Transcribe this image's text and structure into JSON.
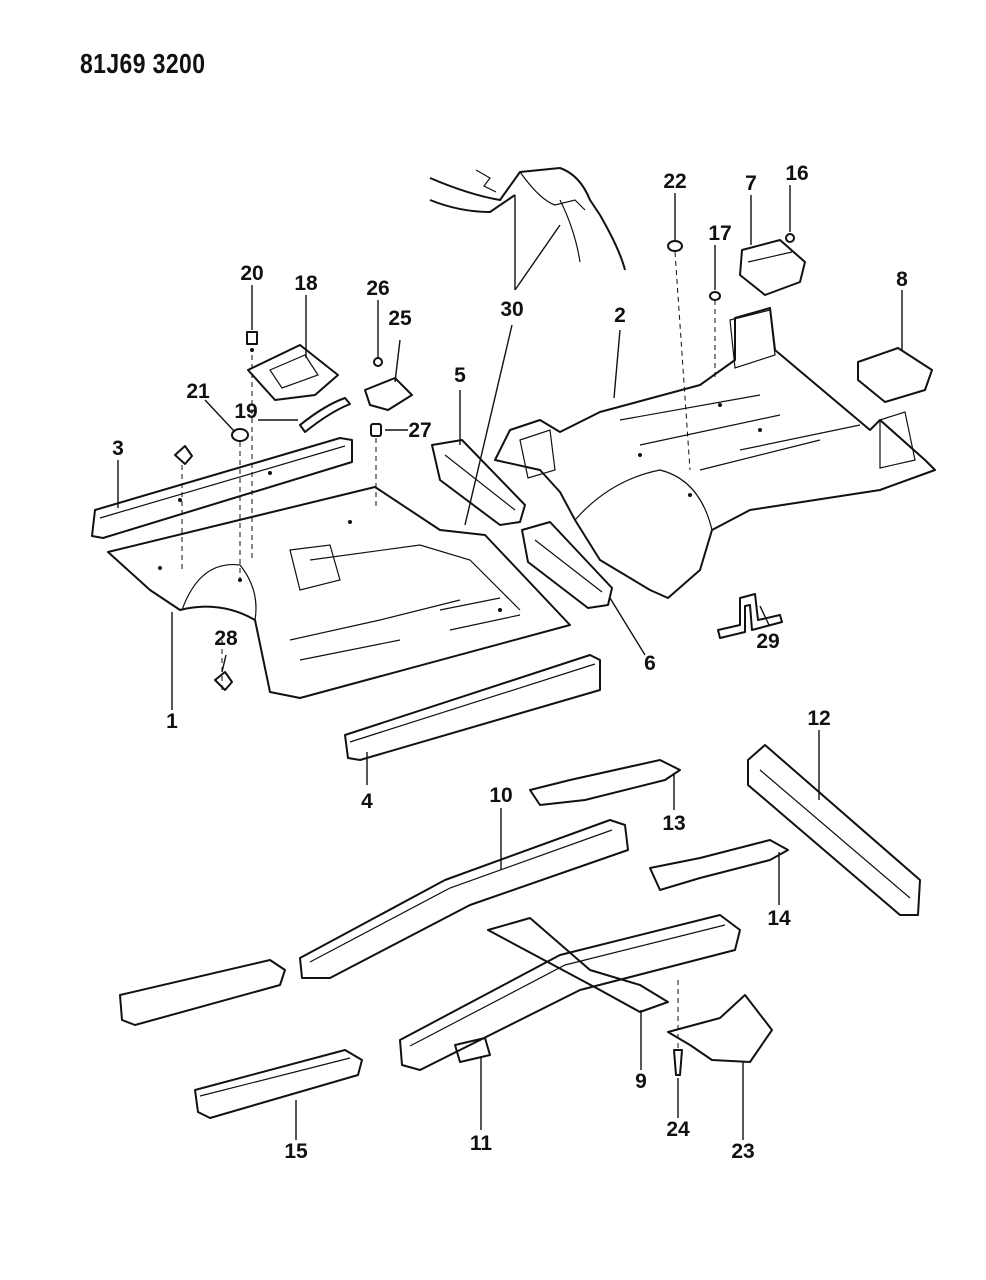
{
  "drawing_code": "81J69 3200",
  "callouts": [
    "1",
    "2",
    "3",
    "4",
    "5",
    "6",
    "7",
    "8",
    "9",
    "10",
    "11",
    "12",
    "13",
    "14",
    "15",
    "16",
    "17",
    "18",
    "19",
    "20",
    "21",
    "22",
    "23",
    "24",
    "25",
    "26",
    "27",
    "28",
    "29",
    "30"
  ]
}
